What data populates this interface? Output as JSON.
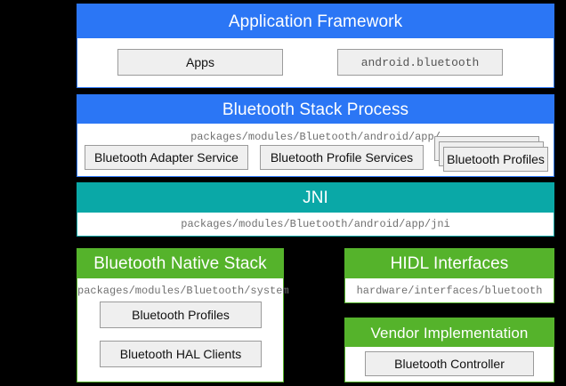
{
  "colors": {
    "framework_blue": "#2B76F5",
    "jni_teal": "#0AA8A7",
    "native_green": "#55B32B",
    "box_fill": "#EFEFEF",
    "box_border": "#9B9B9B",
    "background": "#000000"
  },
  "application_framework": {
    "title": "Application Framework",
    "boxes": [
      {
        "label": "Apps",
        "mono": false
      },
      {
        "label": "android.bluetooth",
        "mono": true
      }
    ]
  },
  "bluetooth_stack_process": {
    "title": "Bluetooth Stack Process",
    "path": "packages/modules/Bluetooth/android/app/",
    "boxes": [
      {
        "label": "Bluetooth Adapter Service"
      },
      {
        "label": "Bluetooth Profile Services"
      }
    ],
    "stacked_box": {
      "label": "Bluetooth Profiles",
      "sheets": 3
    }
  },
  "jni": {
    "title": "JNI",
    "path": "packages/modules/Bluetooth/android/app/jni"
  },
  "bluetooth_native_stack": {
    "title": "Bluetooth Native Stack",
    "path": "packages/modules/Bluetooth/system",
    "boxes": [
      {
        "label": "Bluetooth Profiles"
      },
      {
        "label": "Bluetooth HAL Clients"
      }
    ]
  },
  "hidl_interfaces": {
    "title": "HIDL Interfaces",
    "path": "hardware/interfaces/bluetooth"
  },
  "vendor_implementation": {
    "title": "Vendor Implementation",
    "boxes": [
      {
        "label": "Bluetooth Controller"
      }
    ]
  }
}
